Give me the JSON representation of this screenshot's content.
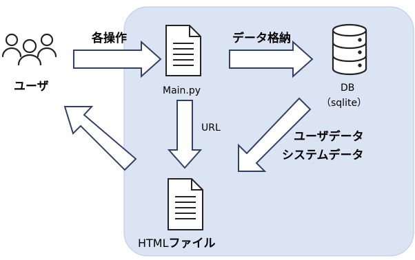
{
  "labels": {
    "user": "ユーザ",
    "operations": "各操作",
    "main_py": "Main.py",
    "data_storage": "データ格納",
    "db": "DB",
    "sqlite": "（sqlite）",
    "url": "URL",
    "user_data": "ユーザデータ",
    "system_data": "システムデータ",
    "html_file": "HTML",
    "html_file_suffix": "ファイル"
  },
  "colors": {
    "system_area": "#dbe4f3",
    "system_area_border": "#b7c6e4",
    "arrow_fill": "#ffffff",
    "arrow_stroke": "#2f3f66",
    "icon_stroke": "#222222"
  },
  "icons": {
    "users": "users-group-icon",
    "main_file": "document-icon",
    "database": "database-icon",
    "html_file": "document-icon"
  }
}
